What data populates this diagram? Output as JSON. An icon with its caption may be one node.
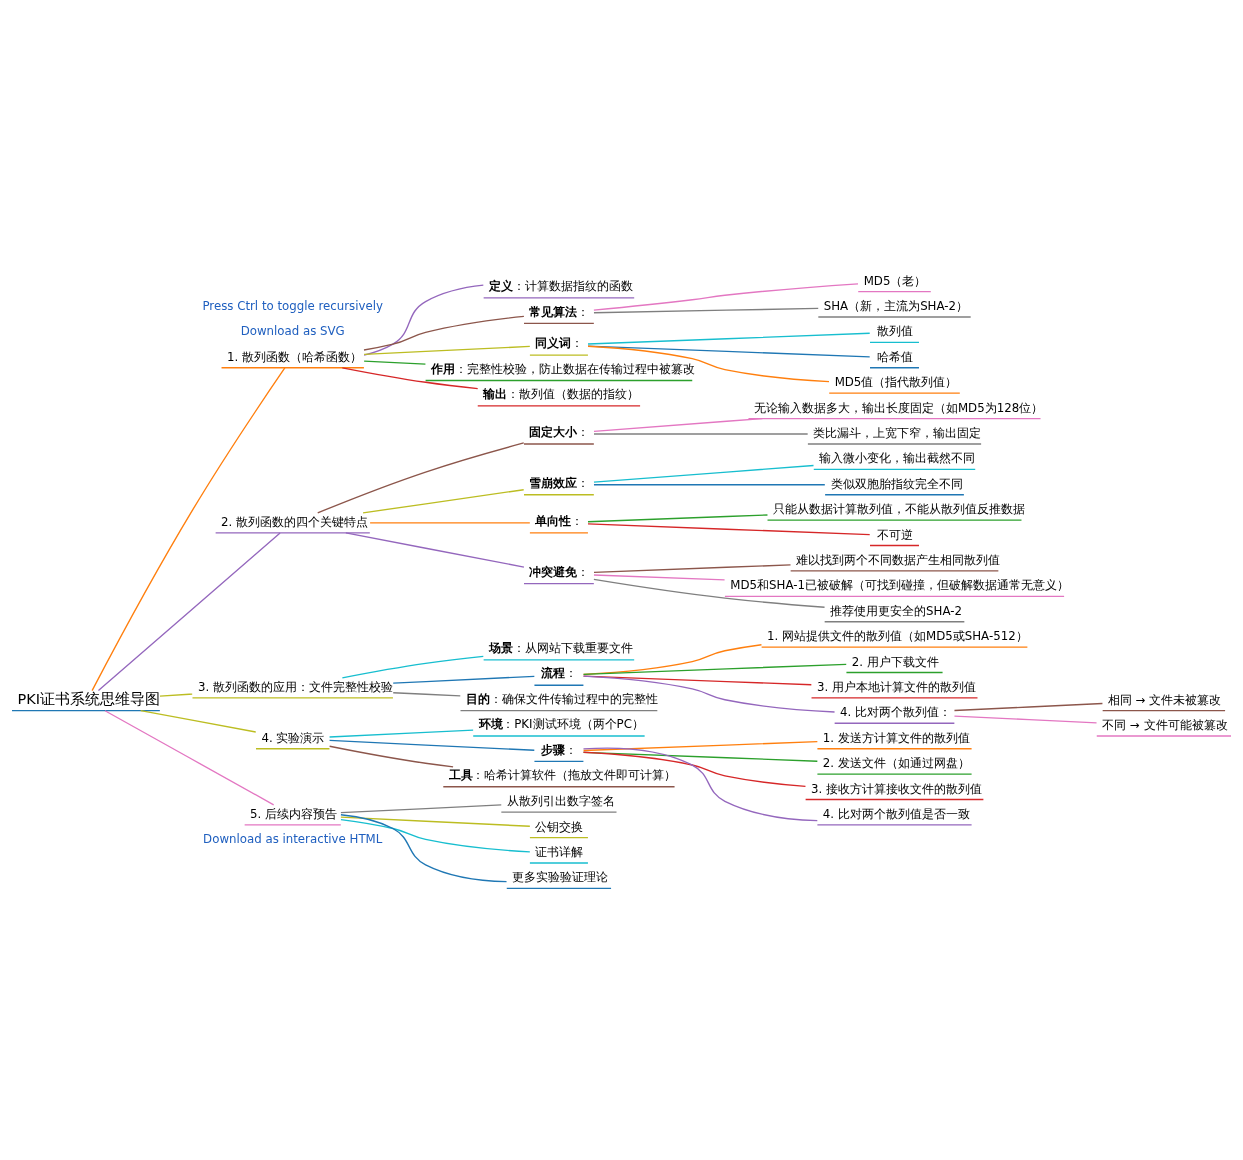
{
  "diagram": {
    "nodes": [
      {
        "text": [
          "PKI证书系统思维导图"
        ]
      },
      {
        "text": [
          "1. 散列函数（哈希函数）"
        ]
      },
      {
        "text": [
          "**定义**：计算数据指纹的函数"
        ]
      },
      {
        "text": [
          "**常见算法**："
        ]
      },
      {
        "text": [
          "MD5（老）"
        ]
      },
      {
        "text": [
          "SHA（新，主流为SHA-2）"
        ]
      },
      {
        "text": [
          "**同义词**："
        ]
      },
      {
        "text": [
          "散列值"
        ]
      },
      {
        "text": [
          "哈希值"
        ]
      },
      {
        "text": [
          "MD5值（指代散列值）"
        ]
      },
      {
        "text": [
          "**作用**：完整性校验，防止数据在传输过程中被篡改"
        ]
      },
      {
        "text": [
          "**输出**：散列值（数据的指纹）"
        ]
      },
      {
        "text": [
          "2. 散列函数的四个关键特点"
        ]
      },
      {
        "text": [
          "**固定大小**："
        ]
      },
      {
        "text": [
          "无论输入数据多大，输出长度固定（如MD5为128位）"
        ]
      },
      {
        "text": [
          "类比漏斗，上宽下窄，输出固定"
        ]
      },
      {
        "text": [
          "**雪崩效应**："
        ]
      },
      {
        "text": [
          "输入微小变化，输出截然不同"
        ]
      },
      {
        "text": [
          "类似双胞胎指纹完全不同"
        ]
      },
      {
        "text": [
          "**单向性**："
        ]
      },
      {
        "text": [
          "只能从数据计算散列值，不能从散列值反推数据"
        ]
      },
      {
        "text": [
          "不可逆"
        ]
      },
      {
        "text": [
          "**冲突避免**："
        ]
      },
      {
        "text": [
          "难以找到两个不同数据产生相同散列值"
        ]
      },
      {
        "text": [
          "MD5和SHA-1已被破解（可找到碰撞，但破解数据通常无意义）"
        ]
      },
      {
        "text": [
          "推荐使用更安全的SHA-2"
        ]
      },
      {
        "text": [
          "3. 散列函数的应用：文件完整性校验"
        ]
      },
      {
        "text": [
          "**场景**：从网站下载重要文件"
        ]
      },
      {
        "text": [
          "**流程**："
        ]
      },
      {
        "text": [
          "1. 网站提供文件的散列值（如MD5或SHA-512）"
        ]
      },
      {
        "text": [
          "2. 用户下载文件"
        ]
      },
      {
        "text": [
          "3. 用户本地计算文件的散列值"
        ]
      },
      {
        "text": [
          "4. 比对两个散列值："
        ]
      },
      {
        "text": [
          "相同 → 文件未被篡改"
        ]
      },
      {
        "text": [
          "不同 → 文件可能被篡改"
        ]
      },
      {
        "text": [
          "**目的**：确保文件传输过程中的完整性"
        ]
      },
      {
        "text": [
          "4. 实验演示"
        ]
      },
      {
        "text": [
          "**环境**：PKI测试环境（两个PC）"
        ]
      },
      {
        "text": [
          "**步骤**："
        ]
      },
      {
        "text": [
          "1. 发送方计算文件的散列值"
        ]
      },
      {
        "text": [
          "2. 发送文件（如通过网盘）"
        ]
      },
      {
        "text": [
          "3. 接收方计算接收文件的散列值"
        ]
      },
      {
        "text": [
          "4. 比对两个散列值是否一致"
        ]
      },
      {
        "text": [
          "**工具**：哈希计算软件（拖放文件即可计算）"
        ]
      },
      {
        "text": [
          "5. 后续内容预告"
        ]
      },
      {
        "text": [
          "从散列引出数字签名"
        ]
      },
      {
        "text": [
          "公钥交换"
        ]
      },
      {
        "text": [
          "证书详解"
        ]
      },
      {
        "text": [
          "更多实验验证理论"
        ]
      }
    ],
    "edges": [
      {
        "from": 0,
        "to": 1,
        "arrow": "none",
        "color": "#ff7f0e"
      },
      {
        "from": 1,
        "to": 2,
        "arrow": "none",
        "color": "#9467bd"
      },
      {
        "from": 1,
        "to": 3,
        "arrow": "none",
        "color": "#8c564b"
      },
      {
        "from": 3,
        "to": 4,
        "arrow": "none",
        "color": "#e377c2"
      },
      {
        "from": 3,
        "to": 5,
        "arrow": "none",
        "color": "#7f7f7f"
      },
      {
        "from": 1,
        "to": 6,
        "arrow": "none",
        "color": "#bcbd22"
      },
      {
        "from": 6,
        "to": 7,
        "arrow": "none",
        "color": "#17becf"
      },
      {
        "from": 6,
        "to": 8,
        "arrow": "none",
        "color": "#1f77b4"
      },
      {
        "from": 6,
        "to": 9,
        "arrow": "none",
        "color": "#ff7f0e"
      },
      {
        "from": 1,
        "to": 10,
        "arrow": "none",
        "color": "#2ca02c"
      },
      {
        "from": 1,
        "to": 11,
        "arrow": "none",
        "color": "#d62728"
      },
      {
        "from": 0,
        "to": 12,
        "arrow": "none",
        "color": "#9467bd"
      },
      {
        "from": 12,
        "to": 13,
        "arrow": "none",
        "color": "#8c564b"
      },
      {
        "from": 13,
        "to": 14,
        "arrow": "none",
        "color": "#e377c2"
      },
      {
        "from": 13,
        "to": 15,
        "arrow": "none",
        "color": "#7f7f7f"
      },
      {
        "from": 12,
        "to": 16,
        "arrow": "none",
        "color": "#bcbd22"
      },
      {
        "from": 16,
        "to": 17,
        "arrow": "none",
        "color": "#17becf"
      },
      {
        "from": 16,
        "to": 18,
        "arrow": "none",
        "color": "#1f77b4"
      },
      {
        "from": 12,
        "to": 19,
        "arrow": "none",
        "color": "#ff7f0e"
      },
      {
        "from": 19,
        "to": 20,
        "arrow": "none",
        "color": "#2ca02c"
      },
      {
        "from": 19,
        "to": 21,
        "arrow": "none",
        "color": "#d62728"
      },
      {
        "from": 12,
        "to": 22,
        "arrow": "none",
        "color": "#9467bd"
      },
      {
        "from": 22,
        "to": 23,
        "arrow": "none",
        "color": "#8c564b"
      },
      {
        "from": 22,
        "to": 24,
        "arrow": "none",
        "color": "#e377c2"
      },
      {
        "from": 22,
        "to": 25,
        "arrow": "none",
        "color": "#7f7f7f"
      },
      {
        "from": 0,
        "to": 26,
        "arrow": "none",
        "color": "#bcbd22"
      },
      {
        "from": 26,
        "to": 27,
        "arrow": "none",
        "color": "#17becf"
      },
      {
        "from": 26,
        "to": 28,
        "arrow": "none",
        "color": "#1f77b4"
      },
      {
        "from": 28,
        "to": 29,
        "arrow": "none",
        "color": "#ff7f0e"
      },
      {
        "from": 28,
        "to": 30,
        "arrow": "none",
        "color": "#2ca02c"
      },
      {
        "from": 28,
        "to": 31,
        "arrow": "none",
        "color": "#d62728"
      },
      {
        "from": 28,
        "to": 32,
        "arrow": "none",
        "color": "#9467bd"
      },
      {
        "from": 32,
        "to": 33,
        "arrow": "none",
        "color": "#8c564b"
      },
      {
        "from": 32,
        "to": 34,
        "arrow": "none",
        "color": "#e377c2"
      },
      {
        "from": 26,
        "to": 35,
        "arrow": "none",
        "color": "#7f7f7f"
      },
      {
        "from": 0,
        "to": 36,
        "arrow": "none",
        "color": "#bcbd22"
      },
      {
        "from": 36,
        "to": 37,
        "arrow": "none",
        "color": "#17becf"
      },
      {
        "from": 36,
        "to": 38,
        "arrow": "none",
        "color": "#1f77b4"
      },
      {
        "from": 38,
        "to": 39,
        "arrow": "none",
        "color": "#ff7f0e"
      },
      {
        "from": 38,
        "to": 40,
        "arrow": "none",
        "color": "#2ca02c"
      },
      {
        "from": 38,
        "to": 41,
        "arrow": "none",
        "color": "#d62728"
      },
      {
        "from": 38,
        "to": 42,
        "arrow": "none",
        "color": "#9467bd"
      },
      {
        "from": 36,
        "to": 43,
        "arrow": "none",
        "color": "#8c564b"
      },
      {
        "from": 0,
        "to": 44,
        "arrow": "none",
        "color": "#e377c2"
      },
      {
        "from": 44,
        "to": 45,
        "arrow": "none",
        "color": "#7f7f7f"
      },
      {
        "from": 44,
        "to": 46,
        "arrow": "none",
        "color": "#bcbd22"
      },
      {
        "from": 44,
        "to": 47,
        "arrow": "none",
        "color": "#17becf"
      },
      {
        "from": 44,
        "to": 48,
        "arrow": "none",
        "color": "#1f77b4"
      }
    ],
    "labels": [
      "Download as interactive HTML",
      "Download as SVG",
      "Press Ctrl to toggle recursively"
    ]
  }
}
